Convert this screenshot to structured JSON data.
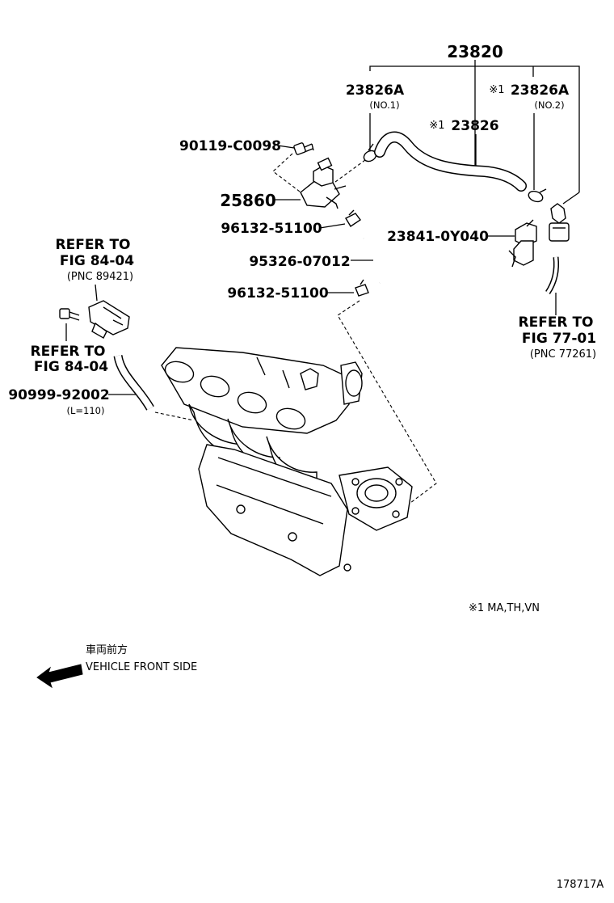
{
  "labels": {
    "p23820": "23820",
    "p23826a_1": "23826A",
    "p23826a_1_sub": "(NO.1)",
    "p23826a_2_mark": "※1",
    "p23826a_2": "23826A",
    "p23826a_2_sub": "(NO.2)",
    "p23826_mark": "※1",
    "p23826": "23826",
    "p90119": "90119-C0098",
    "p25860": "25860",
    "p96132_a": "96132-51100",
    "p23841": "23841-0Y040",
    "p95326": "95326-07012",
    "p96132_b": "96132-51100",
    "refer1_l1": "REFER TO",
    "refer1_l2": "FIG 84-04",
    "refer1_l3": "(PNC 89421)",
    "refer2_l1": "REFER TO",
    "refer2_l2": "FIG 84-04",
    "p90999": "90999-92002",
    "p90999_sub": "(L=110)",
    "refer3_l1": "REFER TO",
    "refer3_l2": "FIG 77-01",
    "refer3_l3": "(PNC 77261)",
    "note": "※1 MA,TH,VN",
    "front_jp": "車両前方",
    "front_en": "VEHICLE FRONT SIDE",
    "figure_id": "178717A"
  },
  "icons": [
    "front-direction-arrow-icon"
  ]
}
